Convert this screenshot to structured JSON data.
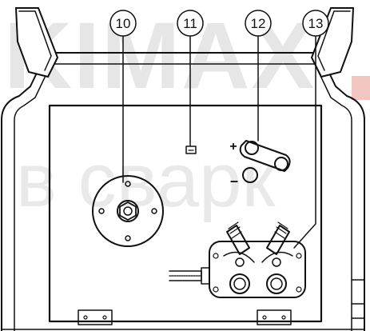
{
  "watermark": {
    "top_text": "KIMAX",
    "bottom_text": "в сварк"
  },
  "callouts": [
    {
      "label": "10"
    },
    {
      "label": "11"
    },
    {
      "label": "12"
    },
    {
      "label": "13"
    }
  ],
  "polarity": {
    "plus": "+",
    "minus": "–"
  },
  "colors": {
    "line": "#111111",
    "watermark_top": "#e6e6e6",
    "watermark_accent": "#f2c6c0",
    "watermark_bottom": "#e9e9e9"
  }
}
